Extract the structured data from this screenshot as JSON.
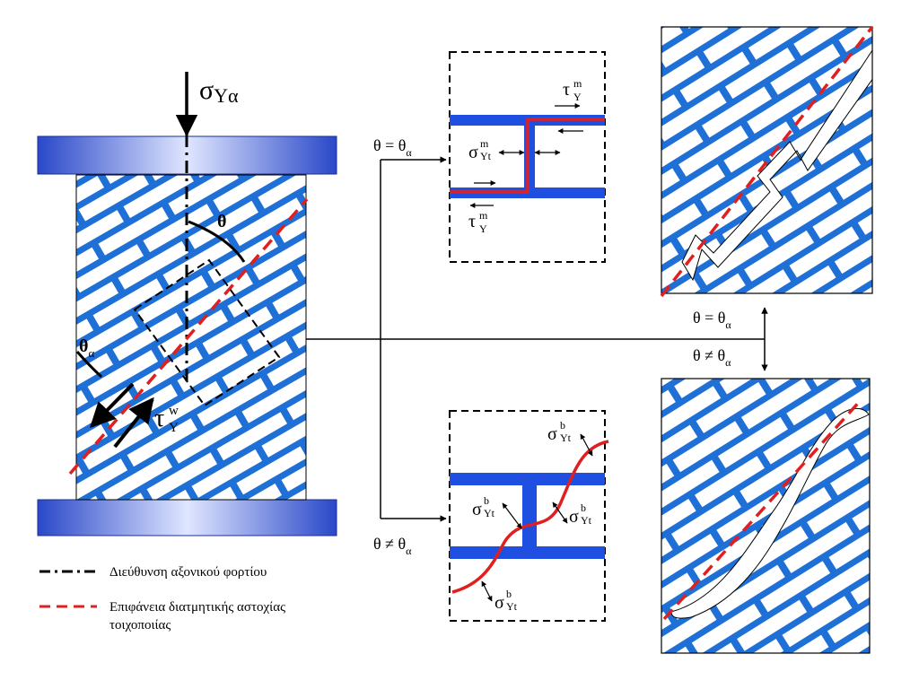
{
  "labels": {
    "sigma": "σ",
    "sigma_sub": "Yα",
    "tau": "τ",
    "sub_Y": "Y",
    "sup_w": "w",
    "sup_m": "m",
    "sup_b": "b",
    "sub_Yt": "Yt",
    "theta_bold": "θ",
    "theta": "θ",
    "alpha": "α",
    "eq": " = θ",
    "neq": " ≠ θ"
  },
  "legend": {
    "axial_load": "Διεύθυνση αξονικού φορτίου",
    "shear_surface_line1": "Επιφάνεια διατμητικής αστοχίας",
    "shear_surface_line2": "τοιχοποιίας"
  },
  "colors": {
    "plate": "#2f4fd0",
    "brick_mortar": "#1e6fd6",
    "failure_line": "#e02020",
    "panel_mortar": "#1f4fe0",
    "text": "#000000"
  }
}
